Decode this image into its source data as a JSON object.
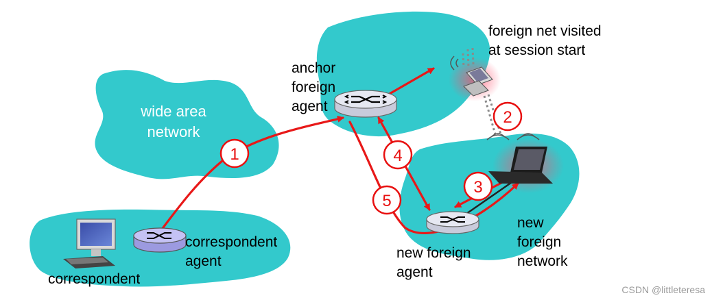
{
  "labels": {
    "wan_line1": "wide area",
    "wan_line2": "network",
    "visited_line1": "foreign net  visited",
    "visited_line2": "at session start",
    "anchor_line1": "anchor",
    "anchor_line2": "foreign",
    "anchor_line3": "agent",
    "corr_agent_line1": "correspondent",
    "corr_agent_line2": "agent",
    "correspondent": "correspondent",
    "new_agent_line1": "new foreign",
    "new_agent_line2": "agent",
    "new_net_line1": "new",
    "new_net_line2": "foreign",
    "new_net_line3": "network"
  },
  "steps": [
    "1",
    "2",
    "3",
    "4",
    "5"
  ],
  "watermark": "CSDN @littleteresa",
  "colors": {
    "cloud": "#33c9cc",
    "arrow": "#e81818",
    "router_top": "#e4e6f0",
    "router_body": "#d4d6e6",
    "corr_router": "#b8b6ee"
  },
  "icons": [
    "router-icon",
    "laptop-icon",
    "desktop-computer-icon",
    "wireless-signal-icon"
  ]
}
